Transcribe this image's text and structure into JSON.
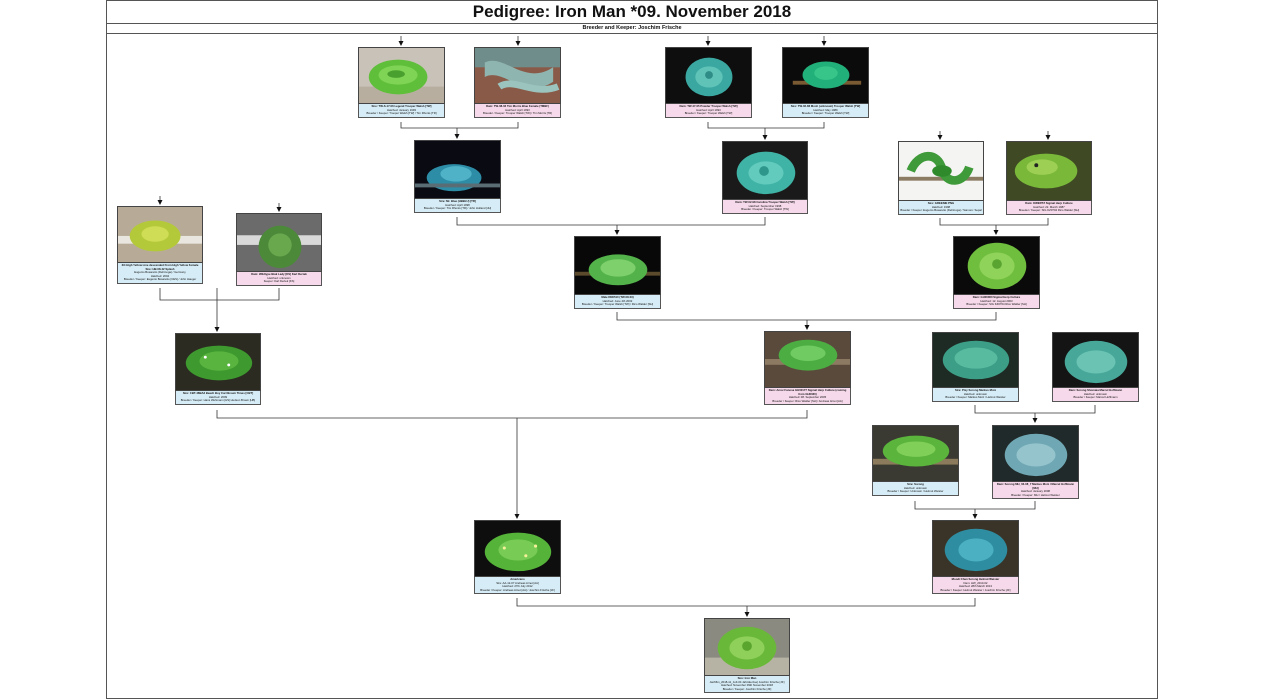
{
  "header": {
    "title": "Pedigree: Iron Man *09. November 2018",
    "subtitle": "Breeder and Keeper: Joschim Frische"
  },
  "colors": {
    "male": "#d6ecf6",
    "female": "#f6d9ea",
    "line": "#333333"
  },
  "cards": {
    "g1": {
      "l1": "Sire: TW-S-17-06 Legend Trooper Walsh [TW]",
      "l2": "Hatched: January 1993",
      "l3": "Breeder / Keeper: Trooper Walsh [TW] / Tim Rhonis [TR]"
    },
    "g2": {
      "l1": "Dam: TW-08-02 Tim Morris Blue Female (TMBF)",
      "l2": "Hatched: April 1993",
      "l3": "Breeder / Keeper: Trooper Walsh [TW] / Tim Morris [TR]"
    },
    "g3": {
      "l1": "Dam: TW-47-05 Powder Trooper Walsh [TW]",
      "l2": "Hatched: April 1993",
      "l3": "Breeder / Keeper: Trooper Walsh [TW]"
    },
    "g4": {
      "l1": "Sire: TW-02-86 Mosh (unknown) Trooper Walsh [TW]",
      "l2": "Hatched: May 1989",
      "l3": "Breeder / Keeper: Trooper Walsh [TW]"
    },
    "p1": {
      "l1": "Sire: Mr. Blue (HBBLU) [TR]",
      "l2": "Hatched: April 1998",
      "l3": "Breeder / Keeper: Tim Rhonis [TR] / John Holland [JH]"
    },
    "p2": {
      "l1": "Dam: TW-02-98 Carolina Trooper Walsh [TW]",
      "l2": "Hatched: September 1998",
      "l3": "Breeder / Keeper: Trooper Walsh [TW]"
    },
    "e1": {
      "l1": "Sire: GREENIE PNG",
      "l2": "Hatched: 1998",
      "l3": "Breeder / Keeper: Eugenio Bosaretto (Dehinoga) / Samoro: Sepal"
    },
    "e2": {
      "l1": "Dam: KWERTZ Sigmal Herp Culture",
      "l2": "Hatched: 22. March 1987",
      "l3": "Breeder / Keeper: SIG KZ0704 Rico Walder [SH]"
    },
    "h1": {
      "l1": "3/4 High Yellow Line descended From High Yellow Female Sire: HB-08-42 Splash",
      "l2": "Eugenio Bosaretto (Dehinoga) / Germany",
      "l3": "Hatched: 2004",
      "l4": "Breeder / Keeper: Eugenio Bosaretto [CES] / John Hauger"
    },
    "h2": {
      "l1": "Dam: Wildtype Biak Lady [KS] Karl Dertek",
      "l2": "Hatched: unknown",
      "l3": "Keeper: Karl Dertek [KS]"
    },
    "m1": {
      "l1": "Male DN0510 (TW-08-03)",
      "l2": "Hatched: June 4th 2002",
      "l3": "Breeder / Keeper: Trooper Walsh [TW] / Rico Walder [SH]"
    },
    "m2": {
      "l1": "Dam: GH00060 Sigmal Herp Culture",
      "l2": "Hatched: 12. August 2003",
      "l3": "Breeder / Keeper: SIG KZ0704 Rico Walder [SH]"
    },
    "k1": {
      "l1": "Sire: CBT-48BA3 Beach Boy Carl Brown Times [CBT]",
      "l2": "Hatched: 2009",
      "l3": "Breeder / Keeper: Hans Wehmann [HS] Hudson Brown [HB]"
    },
    "k2": {
      "l1": "Dem: Amor Fanosa GH00177 Sigmal Herp Culture (coming from GH0030)",
      "l2": "Hatched: 08. September 2005",
      "l3": "Breeder / Keeper: Rico Walder [SH] / Andreas Arnet [AA]"
    },
    "k3": {
      "l1": "Sire: Pixy Sorong Markus Motz",
      "l2": "Hatched: unknown",
      "l3": "Breeder / Keeper: Markus Motz / Helmut Weister"
    },
    "k4": {
      "l1": "Dam: Sorong Shomaia Marcel Hoffmann",
      "l2": "Hatched: unknown",
      "l3": "Breeder / Keeper: Marcel Hoffmann"
    },
    "s1": {
      "l1": "Sire: Sorong",
      "l2": "Hatched: unknown",
      "l3": "Breeder / Keeper: Unknown / Helmut Weister"
    },
    "s2": {
      "l1": "Dam: Sorong MH_03-08_7 Markus Motz / Marcel Hoffmann [MH]",
      "l2": "Hatched: January 2008",
      "l3": "Breeder / Keeper: MH / Helmut Weister"
    },
    "pa1": {
      "l1": "Americano",
      "l2": "Sire: AA-12-07 Andreas Arnet [AA]",
      "l3": "Hatched: 27th July 2012",
      "l4": "Breeder / Keeper: Andreas Arnet [AA] / Joschim Frische [JF]"
    },
    "pa2": {
      "l1": "Moodi Chan Sorong Helmut Weister",
      "l2": "Dam: HW_2013-02",
      "l3": "Hatched: 28th March 2013",
      "l4": "Breeder / Keeper: Helmut Weister / Joschim Frische [JF]"
    },
    "x": {
      "l1": "Sire: Iron Man",
      "l2": "Jan66m_2018-11_JoF-04 Jahnike/Joe] Joschim Frische [JF]",
      "l3": "Hatched: November 09th November 2018",
      "l4": "Breeder / Keeper: Joschim Frische [JF]"
    }
  }
}
